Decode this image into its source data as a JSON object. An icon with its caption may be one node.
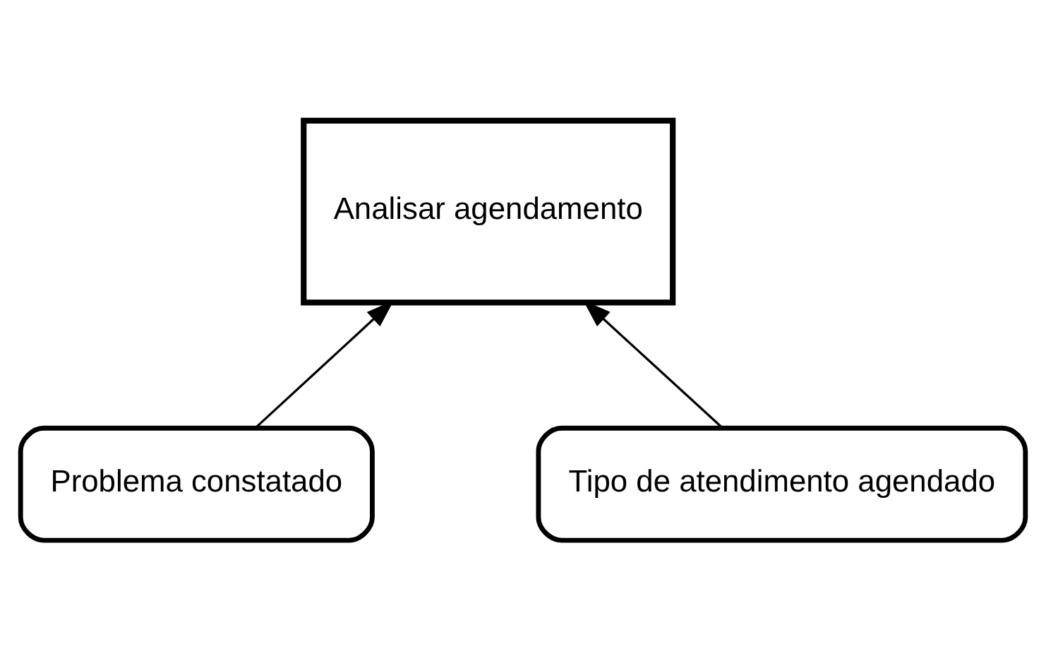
{
  "diagram": {
    "nodes": [
      {
        "text": [
          "Analisar agendamento"
        ]
      },
      {
        "text": [
          "Problema constatado"
        ]
      },
      {
        "text": [
          "Tipo de atendimento agendado"
        ]
      }
    ],
    "edges": [
      {
        "from": 1,
        "to": 0,
        "arrow": "to"
      },
      {
        "from": 2,
        "to": 0,
        "arrow": "to"
      }
    ]
  }
}
